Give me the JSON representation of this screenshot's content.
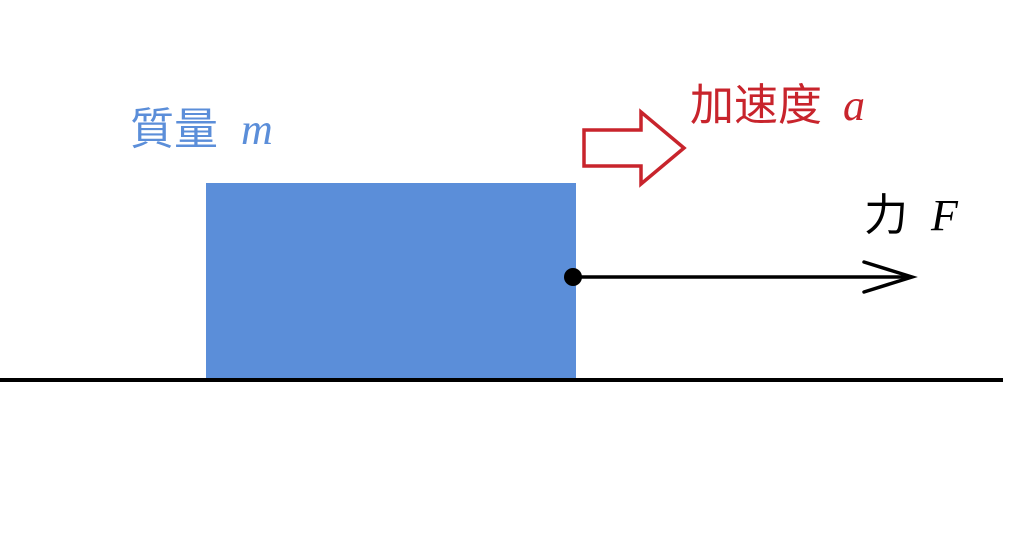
{
  "colors": {
    "background": "#ffffff",
    "mass_block": "#5b8ed9",
    "mass_label": "#5b8ed9",
    "acceleration": "#c8242c",
    "force": "#000000",
    "ground": "#000000"
  },
  "mass": {
    "label": "質量",
    "symbol": "m"
  },
  "acceleration": {
    "label": "加速度",
    "symbol": "a"
  },
  "force": {
    "label": "力",
    "symbol": "F"
  }
}
